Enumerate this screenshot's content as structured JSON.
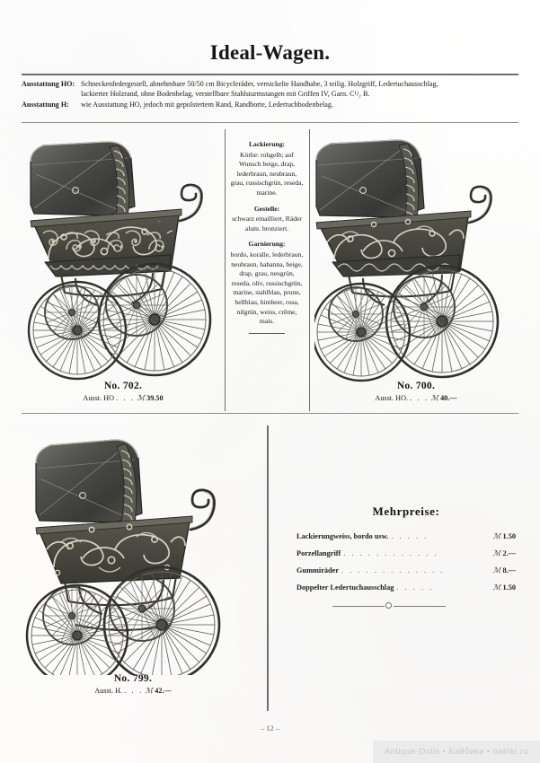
{
  "page": {
    "title": "Ideal-Wagen.",
    "folio": "– 12 –",
    "watermark": "Antique-Dolls • Бэйбики • babiki.ru"
  },
  "specs": [
    {
      "label": "Ausstattung HO:",
      "lines": [
        "Schneckenfedergestell, abnehmbare 50/50 cm Bicycleräder, vernickelte Handhabe, 3 teilig. Holzgriff, Ledertuchausschlag,",
        "lackierter Holzrand, ohne Bodenbelag, verstellbare Stahlsturmstangen mit Griffen IV, Garn. C¹/₂ B."
      ]
    },
    {
      "label": "Ausstattung H:",
      "lines": [
        "wie Ausstattung HO, jedoch mit gepolstertem Rand, Randborte, Ledertuchbodenbelag."
      ]
    }
  ],
  "color_column": [
    {
      "heading": "Lackierung:",
      "text": "Körbe: rohgelb; auf Wunsch beige, drap, lederbraun, neubraun, grau, russischgrün, reseda, marine."
    },
    {
      "heading": "Gestelle:",
      "text": "schwarz emailliert, Räder alum. bronziert."
    },
    {
      "heading": "Garnierung:",
      "text": "bordo, koralle, lederbraun, neubraun, habanna, beige, drap, grau, neugrün, reseda, oliv, russischgrün, marine, stahlblau, prune, hellblau, himbeer, rosa, nilgrün, weiss, crême, mais."
    }
  ],
  "products": [
    {
      "number": "No. 702.",
      "fit_label": "Ausst. HO",
      "dots": ". . .",
      "currency": "ℳ",
      "price": "39.50"
    },
    {
      "number": "No. 700.",
      "fit_label": "Ausst. HO.",
      "dots": ". . .",
      "currency": "ℳ",
      "price": "40.—"
    },
    {
      "number": "No. 799.",
      "fit_label": "Ausst. H.",
      "dots": ". . .",
      "currency": "ℳ",
      "price": "42.—"
    }
  ],
  "mehrpreise": {
    "heading": "Mehrpreise:",
    "rows": [
      {
        "name": "Lackierung",
        "name_light": " weiss, bordo usw.",
        "leader": ". . . . .",
        "currency": "ℳ",
        "amount": "1.50"
      },
      {
        "name": "Porzellangriff",
        "name_light": "",
        "leader": ". . . . . . . . . . . .",
        "currency": "ℳ",
        "amount": "2.—"
      },
      {
        "name": "Gummiräder",
        "name_light": "",
        "leader": ". . . . . . . . . . . . .",
        "currency": "ℳ",
        "amount": "8.—"
      },
      {
        "name": "Doppelter Ledertuchausschlag",
        "name_light": "",
        "leader": ". . . . .",
        "currency": "ℳ",
        "amount": "1.50"
      }
    ]
  },
  "colors": {
    "ink": "#1d1d1d",
    "rule": "#7a7a7a",
    "paper": "#fefefe",
    "illustration_body": "#4a4a48"
  }
}
